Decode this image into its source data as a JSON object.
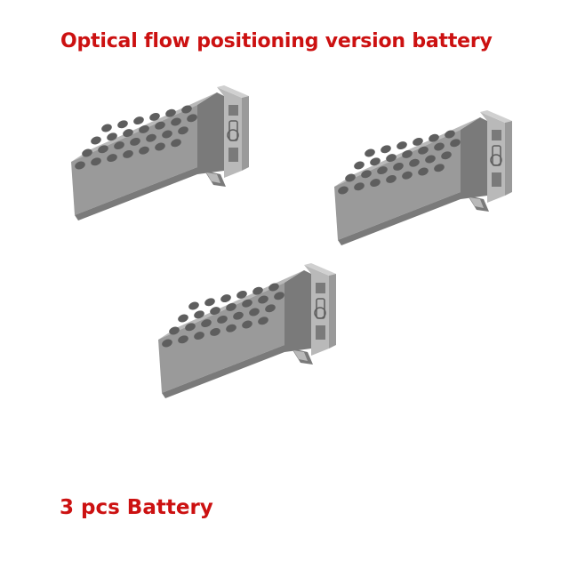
{
  "title": "Optical flow positioning version battery",
  "caption": "3 pcs Battery",
  "colors": {
    "text": "#cc1111",
    "battery_body": "#9a9a9a",
    "battery_light": "#b9b9b9",
    "battery_dark": "#7a7a7a",
    "battery_shadow": "#5e5e5e"
  },
  "batteries": [
    {
      "name": "battery-1"
    },
    {
      "name": "battery-2"
    },
    {
      "name": "battery-3"
    }
  ]
}
